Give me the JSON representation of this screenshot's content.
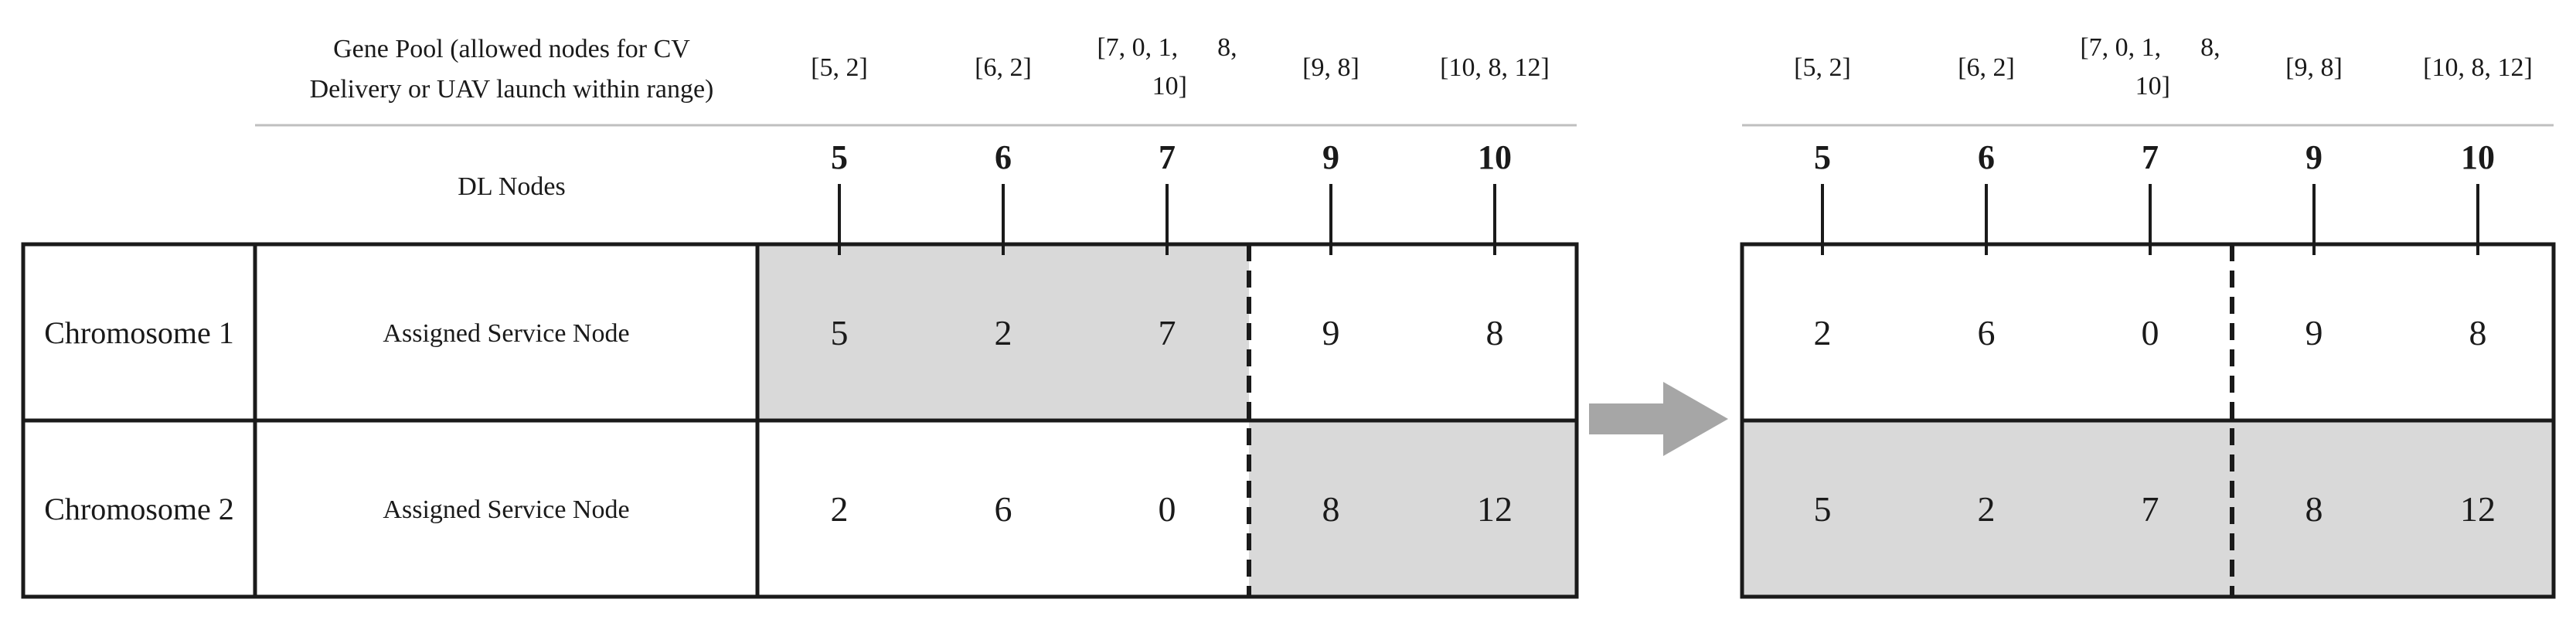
{
  "left_panel": {
    "gene_pool_header": [
      "Gene Pool (allowed nodes for CV",
      "Delivery or UAV launch within range)"
    ],
    "dl_nodes_label": "DL Nodes",
    "gene_pools": [
      [
        "[5, 2]"
      ],
      [
        "[6, 2]"
      ],
      [
        "[7, 0, 1,      8,",
        "10]"
      ],
      [
        "[9, 8]"
      ],
      [
        "[10, 8, 12]"
      ]
    ],
    "dl_nodes": [
      "5",
      "6",
      "7",
      "9",
      "10"
    ],
    "rows": [
      {
        "chromosome": "Chromosome 1",
        "label": "Assigned Service Node",
        "values": [
          "5",
          "2",
          "7",
          "9",
          "8"
        ],
        "shaded": [
          true,
          true,
          true,
          false,
          false
        ]
      },
      {
        "chromosome": "Chromosome 2",
        "label": "Assigned Service Node",
        "values": [
          "2",
          "6",
          "0",
          "8",
          "12"
        ],
        "shaded": [
          false,
          false,
          false,
          true,
          true
        ]
      }
    ]
  },
  "right_panel": {
    "gene_pools": [
      [
        "[5, 2]"
      ],
      [
        "[6, 2]"
      ],
      [
        "[7, 0, 1,      8,",
        "10]"
      ],
      [
        "[9, 8]"
      ],
      [
        "[10, 8, 12]"
      ]
    ],
    "dl_nodes": [
      "5",
      "6",
      "7",
      "9",
      "10"
    ],
    "rows": [
      {
        "values": [
          "2",
          "6",
          "0",
          "9",
          "8"
        ],
        "shaded": [
          false,
          false,
          false,
          false,
          false
        ]
      },
      {
        "values": [
          "5",
          "2",
          "7",
          "8",
          "12"
        ],
        "shaded": [
          true,
          true,
          true,
          true,
          true
        ]
      }
    ]
  },
  "colors": {
    "shade": "#d9d9d9",
    "arrow": "#a6a6a6",
    "line": "#1a1a1a",
    "divider": "#bfbfbf"
  }
}
